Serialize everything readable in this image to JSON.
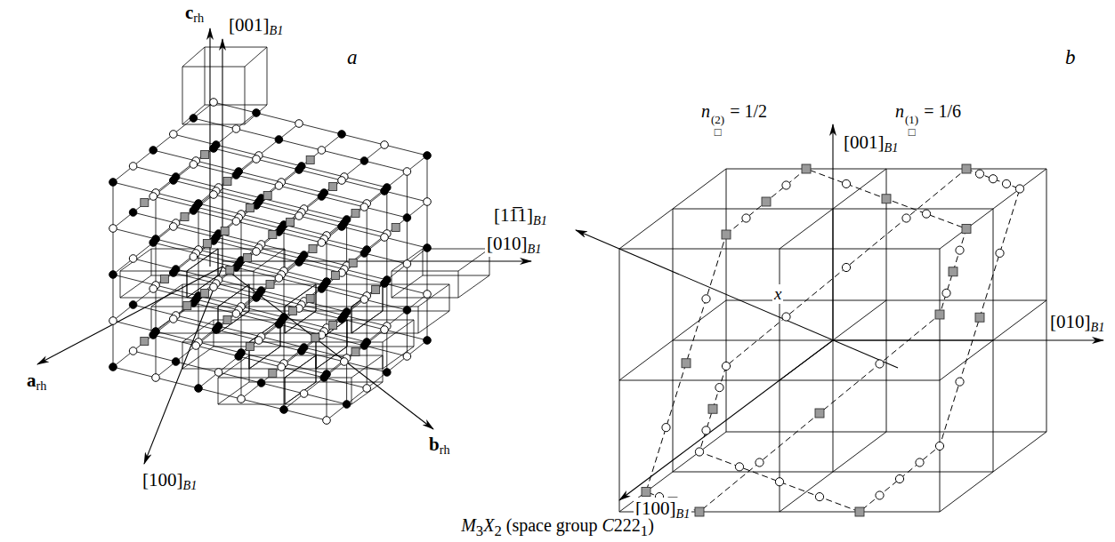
{
  "diagram": {
    "caption": "M3X2 (space group C2221)",
    "labels": [
      "crh",
      "[001]B1",
      "a",
      "[010]B1",
      "arh",
      "[100]B1",
      "brh",
      "b",
      "n□(2) = 1/2",
      "[001]B1",
      "n□(1) = 1/6",
      "[11̅1]B1",
      "x",
      "[010]B1",
      "[100]B1"
    ]
  }
}
